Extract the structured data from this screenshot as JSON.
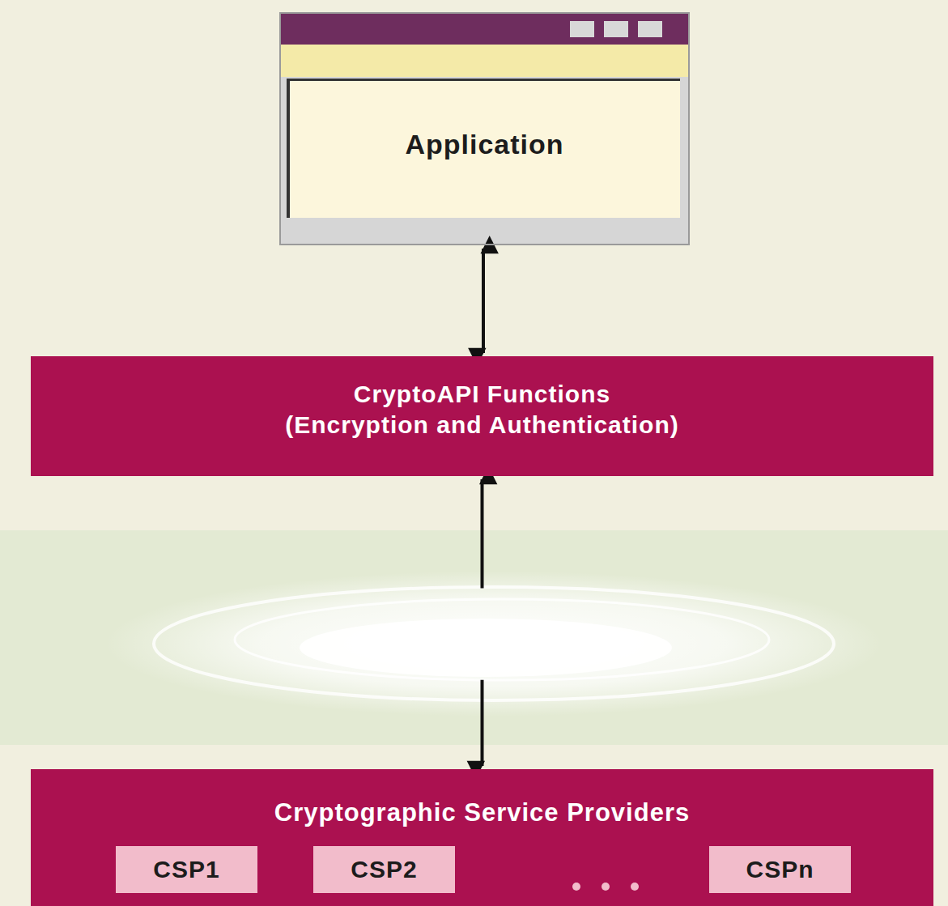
{
  "diagram": {
    "nodes": [
      {
        "text": [
          "Application"
        ]
      },
      {
        "text": [
          "CryptoAPI Functions",
          "(Encryption and Authentication)"
        ]
      },
      {
        "text": [
          "Cryptographic Service Providers"
        ]
      },
      {
        "text": [
          "CSP1"
        ],
        "in": 2
      },
      {
        "text": [
          "CSP2"
        ],
        "in": 2
      },
      {
        "text": [
          "CSPn"
        ],
        "in": 2
      }
    ],
    "edges": [
      {
        "from": 0,
        "to": 1,
        "arrow": "both"
      },
      {
        "from": 1,
        "to": 2,
        "arrow": "both"
      }
    ]
  }
}
